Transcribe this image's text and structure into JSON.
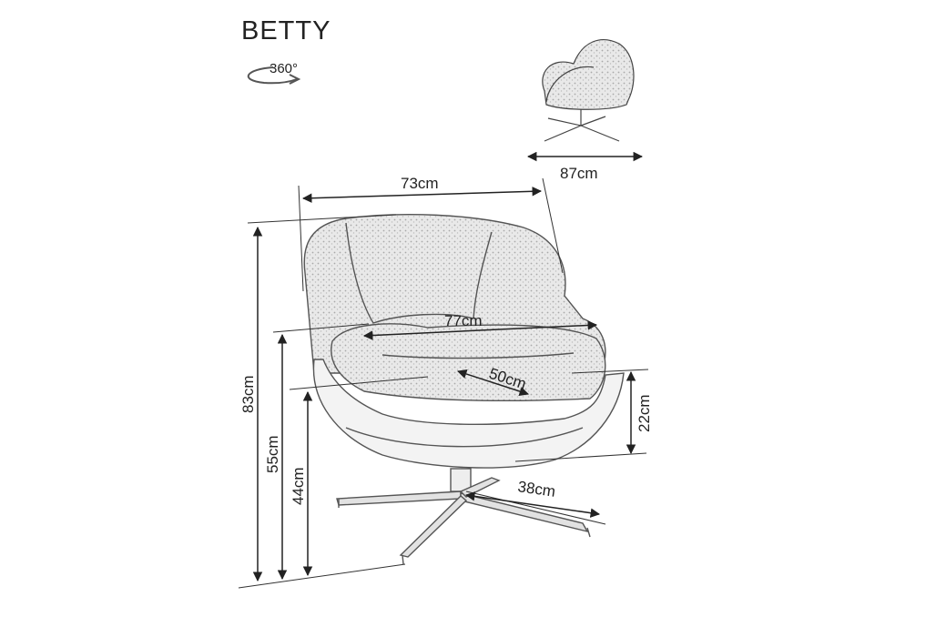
{
  "product": {
    "name": "BETTY"
  },
  "rotation_badge": {
    "label": "360°",
    "icon": "rotate-360-icon"
  },
  "dimensions": {
    "depth_top": "87cm",
    "width_top": "73cm",
    "inner_width": "77cm",
    "seat_depth": "50cm",
    "armrest_height": "22cm",
    "total_height": "83cm",
    "arm_height": "55cm",
    "seat_height": "44cm",
    "base_radius": "38cm"
  },
  "colors": {
    "line": "#222222",
    "sketch": "#555555",
    "fabric": "#cfcfcf"
  }
}
